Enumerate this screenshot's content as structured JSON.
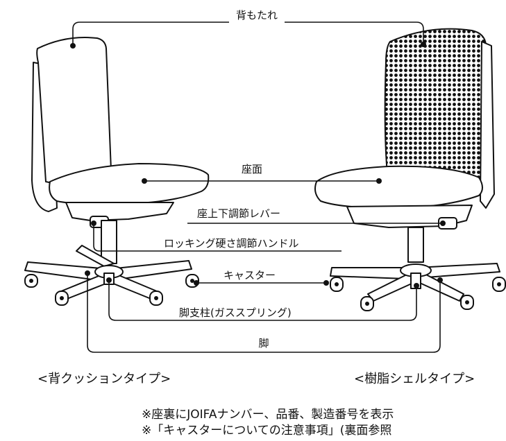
{
  "labels": {
    "backrest": "背もたれ",
    "seat": "座面",
    "seat_lever": "座上下調節レバー",
    "rocking_handle": "ロッキング硬さ調節ハンドル",
    "caster": "キャスター",
    "gas_spring": "脚支柱(ガススプリング)",
    "base": "脚"
  },
  "captions": {
    "left": "<背クッションタイプ>",
    "right": "<樹脂シェルタイプ>"
  },
  "notes": {
    "line1": "※座裏にJOIFAナンバー、品番、製造番号を表示",
    "line2": "※「キャスターについての注意事項」(裏面参照"
  }
}
